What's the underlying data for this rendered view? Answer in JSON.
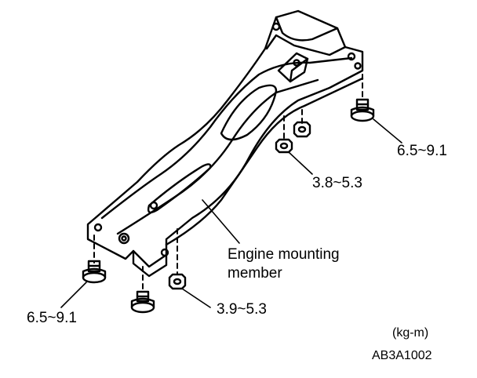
{
  "labels": {
    "torque_rear_right": "6.5~9.1",
    "torque_rear_center": "3.8~5.3",
    "torque_front_left": "6.5~9.1",
    "torque_front_center": "3.9~5.3",
    "part_name_line1": "Engine mounting",
    "part_name_line2": "member",
    "unit": "(kg-m)",
    "figure_code": "AB3A1002"
  },
  "colors": {
    "line": "#000000",
    "background": "#ffffff"
  }
}
